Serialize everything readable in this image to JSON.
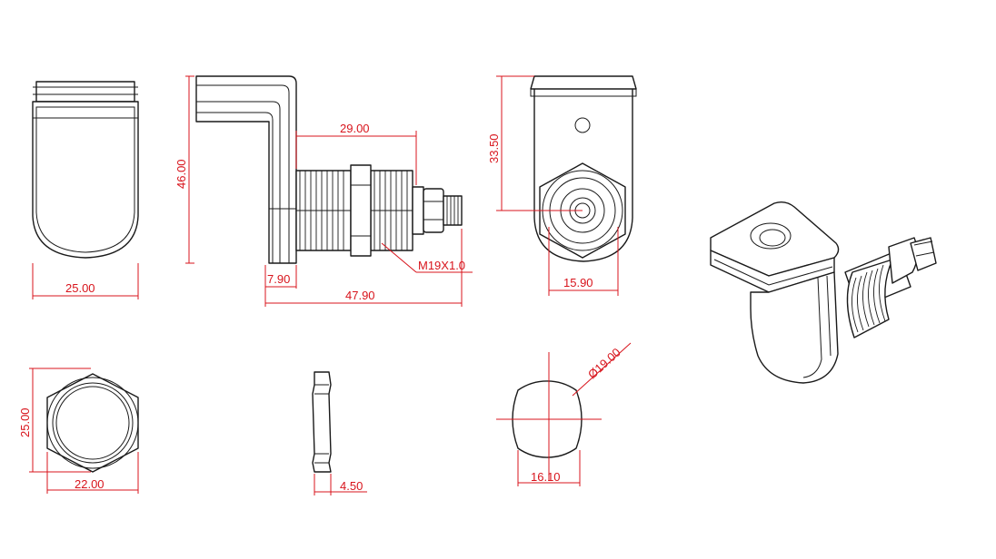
{
  "colors": {
    "outline": "#1a1a1a",
    "dimension": "#d8141c",
    "background": "#ffffff"
  },
  "dimensions": {
    "front_width": "25.00",
    "side_height": "46.00",
    "thread_length": "29.00",
    "flange_thickness": "7.90",
    "overall_length": "47.90",
    "thread_spec": "M19X1.0",
    "rear_height": "33.50",
    "rear_width": "15.90",
    "nut_height": "25.00",
    "nut_flat_width": "22.00",
    "nut_thickness": "4.50",
    "cut_diameter": "Ø19.00",
    "cut_width": "16.10"
  }
}
